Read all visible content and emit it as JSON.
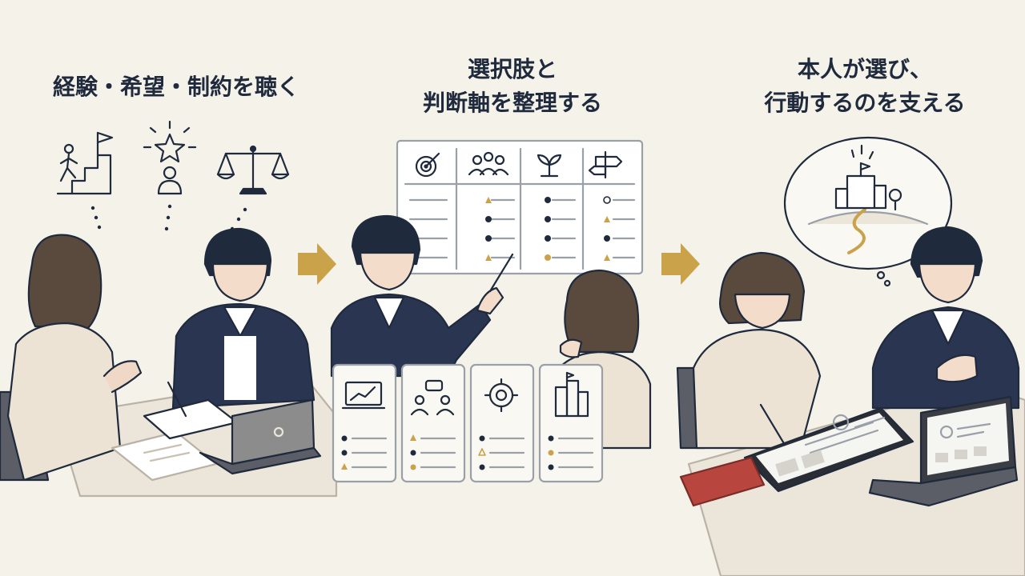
{
  "panels": [
    {
      "title": "経験・希望・制約を聴く"
    },
    {
      "title_line1": "選択肢と",
      "title_line2": "判断軸を整理する"
    },
    {
      "title_line1": "本人が選び、",
      "title_line2": "行動するのを支える"
    }
  ],
  "colors": {
    "background": "#f5f2ea",
    "navy": "#1f2a3d",
    "gold": "#c9a24a",
    "beige": "#ece6da",
    "gray": "#8a8a8a",
    "red_notebook": "#b8453e"
  },
  "icons": [
    "climb-stairs-icon",
    "star-person-icon",
    "scales-icon",
    "target-icon",
    "team-icon",
    "sprout-icon",
    "signpost-icon",
    "chart-laptop-icon",
    "conversation-icon",
    "gear-icon",
    "buildings-icon",
    "arrow-right-icon",
    "city-vision-icon"
  ]
}
